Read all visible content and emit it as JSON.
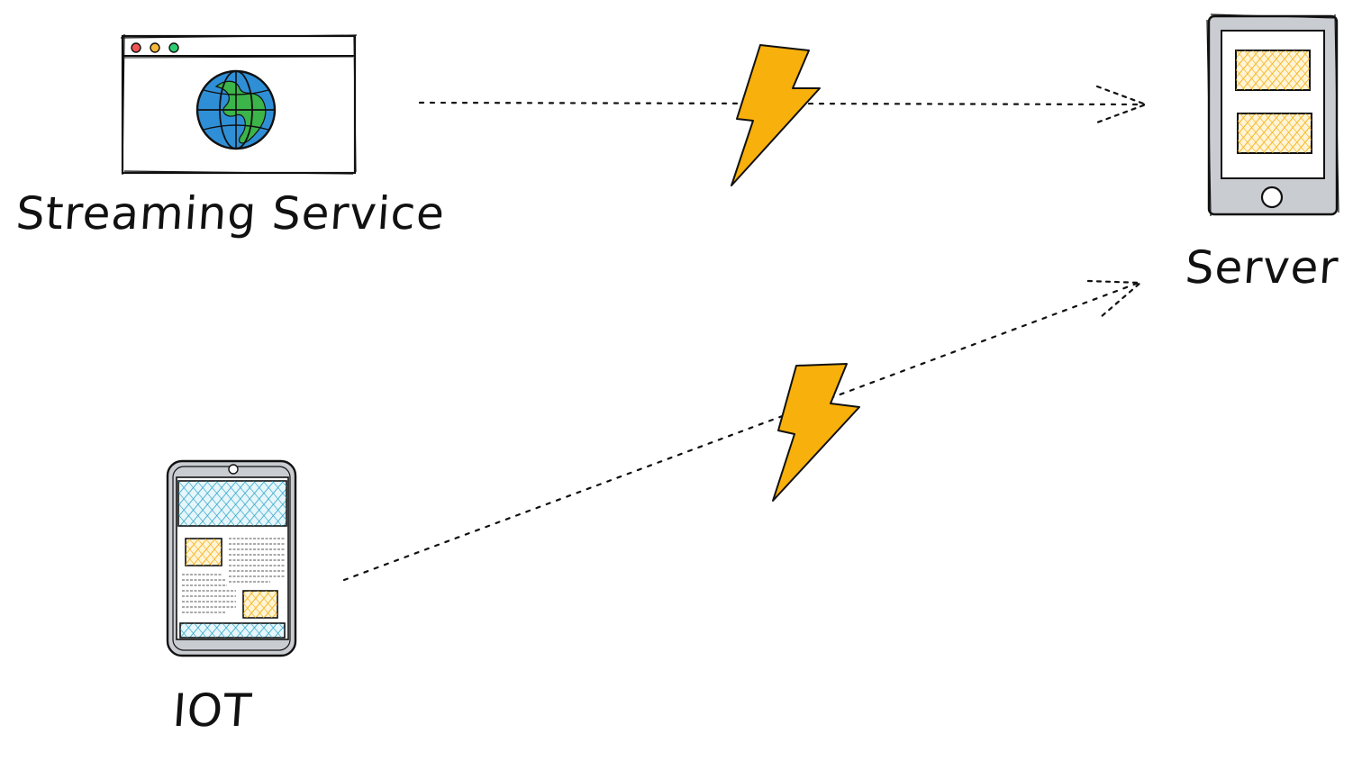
{
  "nodes": {
    "streaming_service": {
      "label": "Streaming Service",
      "icon": "browser-globe-icon"
    },
    "server": {
      "label": "Server",
      "icon": "server-device-icon"
    },
    "iot": {
      "label": "IOT",
      "icon": "mobile-device-icon"
    }
  },
  "edges": [
    {
      "from": "streaming_service",
      "to": "server",
      "style": "dotted-arrow",
      "marker": "lightning-bolt-icon"
    },
    {
      "from": "iot",
      "to": "server",
      "style": "dotted-arrow",
      "marker": "lightning-bolt-icon"
    }
  ],
  "colors": {
    "stroke": "#111111",
    "bolt": "#f8b00c",
    "hatch_yellow": "#f5b521",
    "hatch_blue": "#2aa3c7",
    "globe_blue": "#2f8fd6",
    "globe_green": "#3bb44a",
    "device_gray": "#c9ccd1",
    "dot_red": "#f05454",
    "dot_yellow": "#f6b93b",
    "dot_green": "#2ecc71"
  }
}
